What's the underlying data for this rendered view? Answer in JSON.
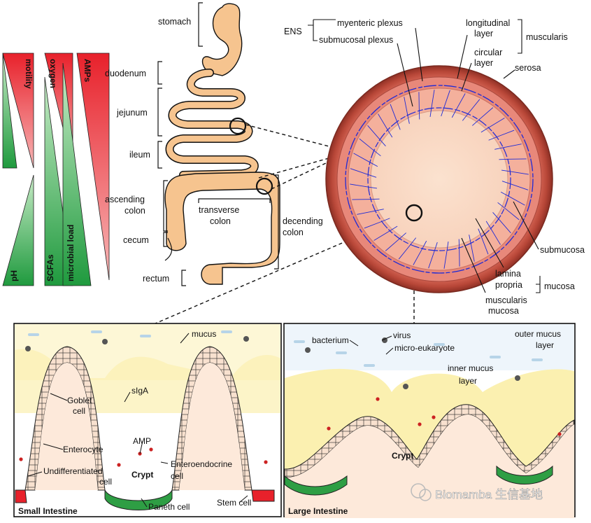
{
  "gradients": {
    "top": [
      "motility",
      "oxygen",
      "AMPs"
    ],
    "bottom": [
      "pH",
      "SCFAs",
      "microbial load"
    ]
  },
  "gut": {
    "stomach": "stomach",
    "duodenum": "duodenum",
    "jejunum": "jejunum",
    "ileum": "ileum",
    "ascending": "ascending",
    "colon": "colon",
    "transverse": "transverse",
    "transverse_colon": "colon",
    "cecum": "cecum",
    "rectum": "rectum",
    "decending": "decending",
    "decending_colon": "colon"
  },
  "cross_section": {
    "ens": "ENS",
    "myenteric": "myenteric plexus",
    "submucosal_plexus": "submucosal plexus",
    "longitudinal": "longitudinal",
    "longitudinal_2": "layer",
    "circular": "circular",
    "circular_2": "layer",
    "muscularis": "muscularis",
    "serosa": "serosa",
    "submucosa": "submucosa",
    "lamina": "lamina",
    "propria": "propria",
    "mucosa": "mucosa",
    "muscularis_mucosa_1": "muscularis",
    "muscularis_mucosa_2": "mucosa"
  },
  "small_intestine": {
    "title": "Small Intestine",
    "mucus": "mucus",
    "goblet": "Goblet",
    "goblet_2": "cell",
    "siga": "sIgA",
    "amp": "AMP",
    "enterocyte": "Enterocyte",
    "undiff": "Undifferentiated",
    "undiff_2": "cell",
    "crypt": "Crypt",
    "entero_endo": "Enteroendocrine",
    "entero_endo_2": "cell",
    "paneth": "Paneth cell",
    "stem": "Stem cell"
  },
  "large_intestine": {
    "title": "Large Intestine",
    "bacterium": "bacterium",
    "virus": "virus",
    "micro_eukaryote": "micro-eukaryote",
    "outer_mucus": "outer mucus",
    "outer_mucus_2": "layer",
    "inner_mucus": "inner mucus",
    "inner_mucus_2": "layer",
    "crypt": "Crypt"
  },
  "watermark": "Biomamba 生信基地",
  "colors": {
    "red": "#e8212b",
    "green": "#2e9e44",
    "gut": "#f6c48f",
    "serosa": "#c9584a",
    "nerve": "#1f2bd6",
    "mucus": "#fbf0b0"
  }
}
